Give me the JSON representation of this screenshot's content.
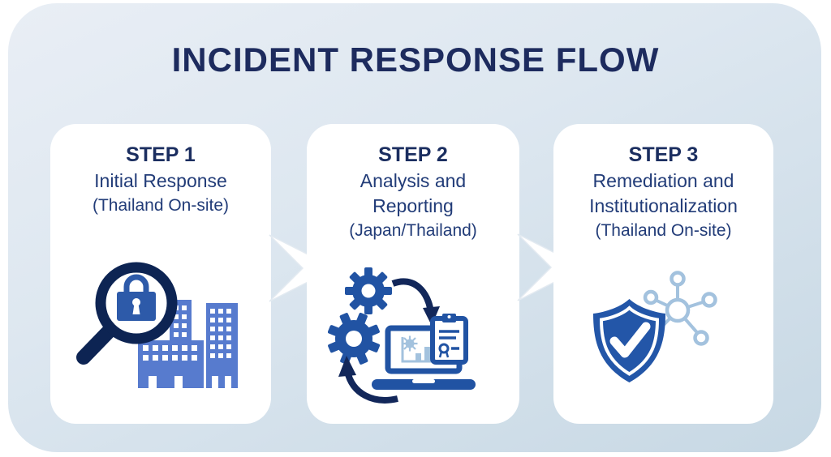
{
  "title": "INCIDENT RESPONSE FLOW",
  "steps": [
    {
      "label": "STEP 1",
      "lines": [
        "Initial Response"
      ],
      "location": "(Thailand On-site)",
      "icon": "magnifier-lock-buildings-icon"
    },
    {
      "label": "STEP 2",
      "lines": [
        "Analysis and",
        "Reporting"
      ],
      "location": "(Japan/Thailand)",
      "icon": "gears-laptop-report-icon"
    },
    {
      "label": "STEP 3",
      "lines": [
        "Remediation and",
        "Institutionalization"
      ],
      "location": "(Thailand On-site)",
      "icon": "shield-check-network-icon"
    }
  ],
  "flow_arrow_count": 2,
  "colors": {
    "title_navy": "#1d2b5e",
    "step_label_navy": "#1b2e60",
    "step_text_blue": "#223c78",
    "dark_navy": "#0d2453",
    "medium_blue": "#2153a3",
    "shield_blue": "#2356a8",
    "lock_blue": "#2d5aa9",
    "building_blue": "#577bce",
    "pale_blue": "#a3c2de",
    "panel_top": "#e9eef5",
    "panel_bottom": "#c7d8e4",
    "card_white": "#ffffff"
  }
}
